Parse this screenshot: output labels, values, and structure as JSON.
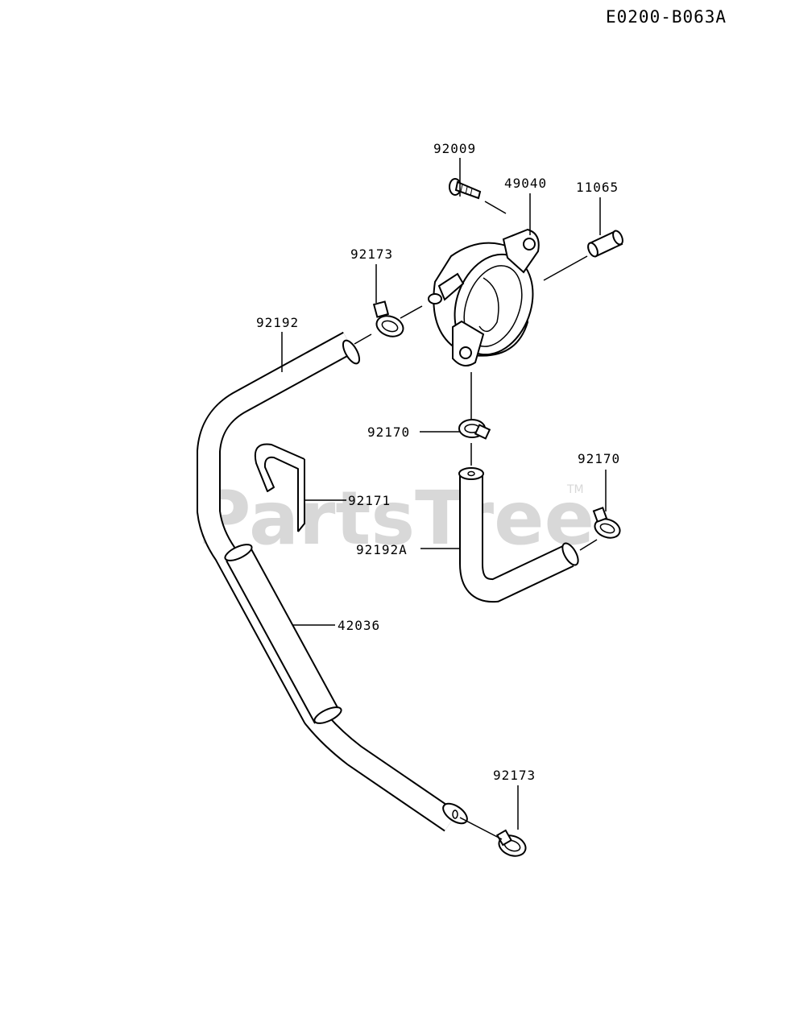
{
  "diagram_code": "E0200-B063A",
  "watermark": "PartsTree",
  "watermark_tm": "TM",
  "parts": {
    "screw": "92009",
    "fuel_filter": "49040",
    "cap": "11065",
    "clamp_upper_left": "92173",
    "hose_main": "92192",
    "clamp_center": "92170",
    "clamp_right": "92170",
    "holder_clip": "92171",
    "hose_short": "92192A",
    "tube_sleeve": "42036",
    "clamp_bottom": "92173"
  }
}
